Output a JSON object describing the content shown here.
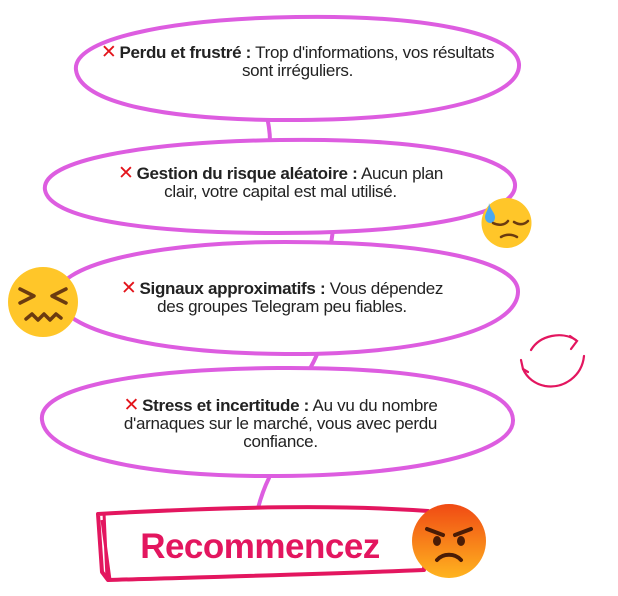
{
  "steps": [
    {
      "icon": "red-cross-icon",
      "title": "Perdu et frustré :",
      "text": "Trop d'informations, vos résultats sont irréguliers."
    },
    {
      "icon": "red-cross-icon",
      "title": "Gestion du risque aléatoire :",
      "text": "Aucun plan clair, votre capital est mal utilisé."
    },
    {
      "icon": "red-cross-icon",
      "title": "Signaux approximatifs :",
      "text": "Vous dépendez des groupes Telegram peu fiables."
    },
    {
      "icon": "red-cross-icon",
      "title": "Stress et incertitude :",
      "text": "Au vu du nombre d'arnaques sur le marché, vous avec perdu confiance."
    }
  ],
  "cross_glyph": "✕",
  "cta": {
    "label": "Recommencez"
  },
  "emojis": [
    "downcast-face-with-sweat-icon",
    "confounded-face-icon",
    "angry-face-icon",
    "cycle-arrows-icon"
  ],
  "colors": {
    "oval_stroke": "#dd5de0",
    "cta_stroke": "#e3165f",
    "cross": "#e3141b",
    "emoji_yellow": "#ffc629",
    "angry_orange": "#f25a12"
  }
}
